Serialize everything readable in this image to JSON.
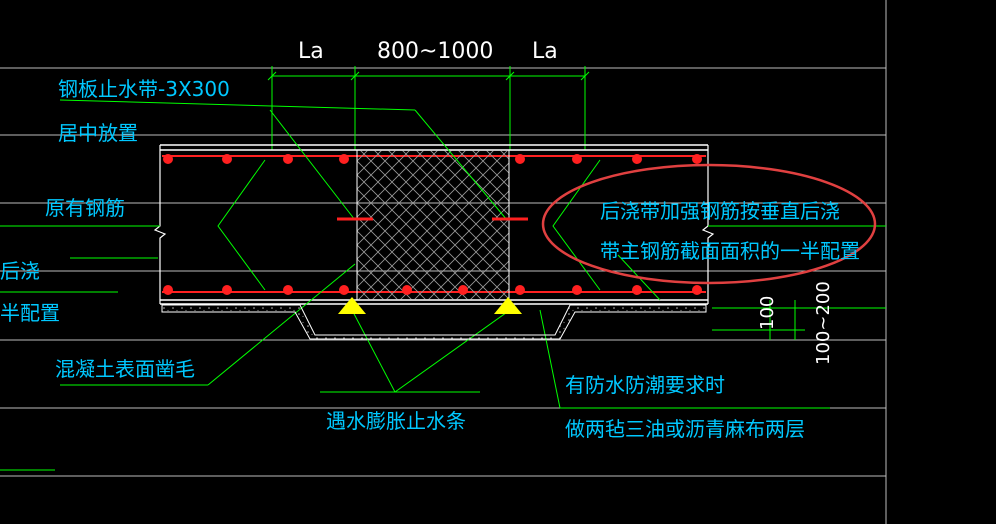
{
  "dimensions": {
    "left_la": "La",
    "middle": "800~1000",
    "right_la": "La",
    "dim_100": "100",
    "dim_100_200": "100~200"
  },
  "labels": {
    "steel_waterstop": "钢板止水带-3X300",
    "centered": "居中放置",
    "original_rebar": "原有钢筋",
    "left_partial_1": "后浇",
    "left_partial_2": "半配置",
    "concrete_rough": "混凝土表面凿毛",
    "swelling_strip": "遇水膨胀止水条",
    "waterproof_1": "有防水防潮要求时",
    "waterproof_2": "做两毡三油或沥青麻布两层",
    "note_line1": "后浇带加强钢筋按垂直后浇",
    "note_line2": "带主钢筋截面面积的一半配置"
  },
  "colors": {
    "background": "#000000",
    "cyan": "#00c8ff",
    "white": "#ffffff",
    "green": "#00ff00",
    "red": "#ff0000",
    "yellow": "#ffff00",
    "gray": "#9a9a9a",
    "ellipse": "#e04040"
  }
}
